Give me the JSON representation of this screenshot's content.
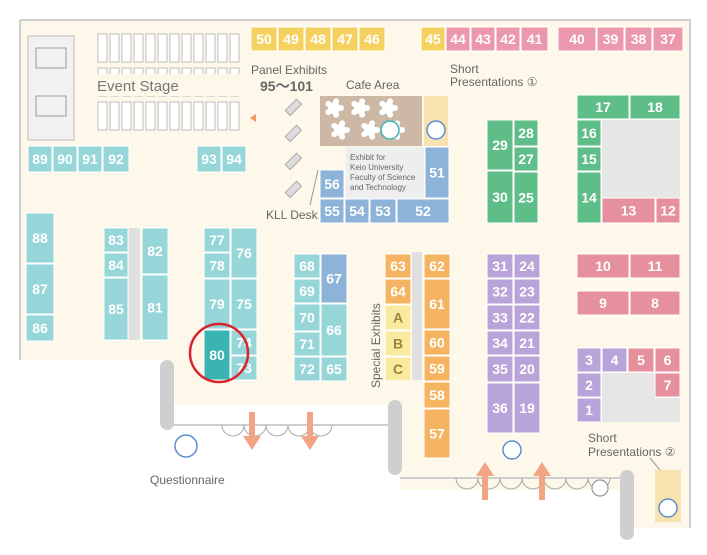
{
  "palette": {
    "floor": "#fdf8ea",
    "wall": "#cfcfcf",
    "teal": "#97d6d8",
    "teal_dark": "#3ab4b2",
    "yellow": "#f5d15f",
    "pink": "#ec98ac",
    "salmon": "#e5909c",
    "green": "#5fbd88",
    "blue": "#8eb3d8",
    "orange": "#f4b462",
    "purple": "#b8a4d8",
    "special": "#f8eba0",
    "cafe": "#cdb8a6",
    "arrow": "#f2a484",
    "highlight": "#d9242b"
  },
  "labels": {
    "event_stage": "Event Stage",
    "panel_exhibits": "Panel Exhibits",
    "panel_range": "95～101",
    "cafe_area": "Cafe Area",
    "short_pres_1_line1": "Short",
    "short_pres_1_line2": "Presentations ①",
    "kll_desk": "KLL Desk",
    "keio_line1": "Exhibit for",
    "keio_line2": "Keio University",
    "keio_line3": "Faculty of Science",
    "keio_line4": "and Technology",
    "special_exhibits": "Special Exhibits",
    "short_pres_2_line1": "Short",
    "short_pres_2_line2": "Presentations ②",
    "questionnaire": "Questionnaire"
  },
  "booths": [
    {
      "id": "50",
      "color": "yellow"
    },
    {
      "id": "49",
      "color": "yellow"
    },
    {
      "id": "48",
      "color": "yellow"
    },
    {
      "id": "47",
      "color": "yellow"
    },
    {
      "id": "46",
      "color": "yellow"
    },
    {
      "id": "45",
      "color": "yellow"
    },
    {
      "id": "44",
      "color": "pink"
    },
    {
      "id": "43",
      "color": "pink"
    },
    {
      "id": "42",
      "color": "pink"
    },
    {
      "id": "41",
      "color": "pink"
    },
    {
      "id": "40",
      "color": "pink"
    },
    {
      "id": "39",
      "color": "pink"
    },
    {
      "id": "38",
      "color": "pink"
    },
    {
      "id": "37",
      "color": "pink"
    },
    {
      "id": "89",
      "color": "teal"
    },
    {
      "id": "90",
      "color": "teal"
    },
    {
      "id": "91",
      "color": "teal"
    },
    {
      "id": "92",
      "color": "teal"
    },
    {
      "id": "93",
      "color": "teal"
    },
    {
      "id": "94",
      "color": "teal"
    },
    {
      "id": "88",
      "color": "teal"
    },
    {
      "id": "87",
      "color": "teal"
    },
    {
      "id": "86",
      "color": "teal"
    },
    {
      "id": "83",
      "color": "teal"
    },
    {
      "id": "84",
      "color": "teal"
    },
    {
      "id": "85",
      "color": "teal"
    },
    {
      "id": "82",
      "color": "teal"
    },
    {
      "id": "81",
      "color": "teal"
    },
    {
      "id": "77",
      "color": "teal"
    },
    {
      "id": "78",
      "color": "teal"
    },
    {
      "id": "79",
      "color": "teal"
    },
    {
      "id": "80",
      "color": "teal_dark"
    },
    {
      "id": "76",
      "color": "teal"
    },
    {
      "id": "75",
      "color": "teal"
    },
    {
      "id": "74",
      "color": "teal"
    },
    {
      "id": "73",
      "color": "teal"
    },
    {
      "id": "68",
      "color": "teal"
    },
    {
      "id": "69",
      "color": "teal"
    },
    {
      "id": "70",
      "color": "teal"
    },
    {
      "id": "71",
      "color": "teal"
    },
    {
      "id": "72",
      "color": "teal"
    },
    {
      "id": "67",
      "color": "blue"
    },
    {
      "id": "66",
      "color": "teal"
    },
    {
      "id": "65",
      "color": "teal"
    },
    {
      "id": "56",
      "color": "blue"
    },
    {
      "id": "55",
      "color": "blue"
    },
    {
      "id": "54",
      "color": "blue"
    },
    {
      "id": "53",
      "color": "blue"
    },
    {
      "id": "52",
      "color": "blue"
    },
    {
      "id": "51",
      "color": "blue"
    },
    {
      "id": "63",
      "color": "orange"
    },
    {
      "id": "64",
      "color": "orange"
    },
    {
      "id": "62",
      "color": "orange"
    },
    {
      "id": "61",
      "color": "orange"
    },
    {
      "id": "60",
      "color": "orange"
    },
    {
      "id": "59",
      "color": "orange"
    },
    {
      "id": "58",
      "color": "orange"
    },
    {
      "id": "57",
      "color": "orange"
    },
    {
      "id": "A",
      "color": "special"
    },
    {
      "id": "B",
      "color": "special"
    },
    {
      "id": "C",
      "color": "special"
    },
    {
      "id": "29",
      "color": "green"
    },
    {
      "id": "28",
      "color": "green"
    },
    {
      "id": "27",
      "color": "green"
    },
    {
      "id": "30",
      "color": "green"
    },
    {
      "id": "25",
      "color": "green"
    },
    {
      "id": "31",
      "color": "purple"
    },
    {
      "id": "24",
      "color": "purple"
    },
    {
      "id": "32",
      "color": "purple"
    },
    {
      "id": "23",
      "color": "purple"
    },
    {
      "id": "33",
      "color": "purple"
    },
    {
      "id": "22",
      "color": "purple"
    },
    {
      "id": "34",
      "color": "purple"
    },
    {
      "id": "21",
      "color": "purple"
    },
    {
      "id": "35",
      "color": "purple"
    },
    {
      "id": "20",
      "color": "purple"
    },
    {
      "id": "36",
      "color": "purple"
    },
    {
      "id": "19",
      "color": "purple"
    },
    {
      "id": "17",
      "color": "green"
    },
    {
      "id": "18",
      "color": "green"
    },
    {
      "id": "16",
      "color": "green"
    },
    {
      "id": "15",
      "color": "green"
    },
    {
      "id": "14",
      "color": "green"
    },
    {
      "id": "13",
      "color": "salmon"
    },
    {
      "id": "12",
      "color": "salmon"
    },
    {
      "id": "10",
      "color": "salmon"
    },
    {
      "id": "11",
      "color": "salmon"
    },
    {
      "id": "9",
      "color": "salmon"
    },
    {
      "id": "8",
      "color": "salmon"
    },
    {
      "id": "3",
      "color": "purple"
    },
    {
      "id": "4",
      "color": "purple"
    },
    {
      "id": "5",
      "color": "salmon"
    },
    {
      "id": "6",
      "color": "salmon"
    },
    {
      "id": "2",
      "color": "purple"
    },
    {
      "id": "1",
      "color": "purple"
    },
    {
      "id": "7",
      "color": "salmon"
    }
  ],
  "highlighted_booth": "80"
}
